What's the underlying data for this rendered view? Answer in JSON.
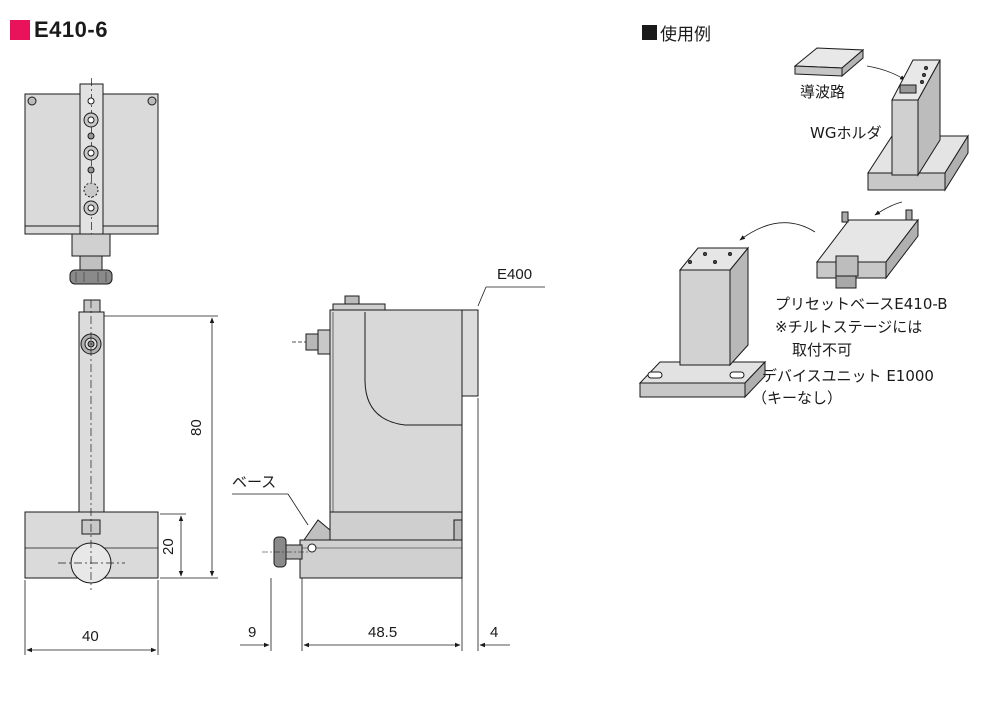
{
  "title": {
    "text": "E410-6",
    "accent_color": "#e8135a"
  },
  "usage_example": {
    "heading": "使用例"
  },
  "front_view": {
    "dim_width": "40",
    "dim_height_total": "80",
    "dim_height_base": "20"
  },
  "side_view": {
    "label_base": "ベース",
    "label_e400": "E400",
    "dim_knob": "9",
    "dim_body": "48.5",
    "dim_plate": "4"
  },
  "usage_labels": {
    "waveguide": "導波路",
    "wg_holder": "WGホルダ",
    "preset_base": "プリセットベースE410-B",
    "note_line1": "※チルトステージには",
    "note_line2": "取付不可",
    "device_unit": "デバイスユニット E1000",
    "device_unit_note": "（キーなし）"
  },
  "colors": {
    "body_fill": "#d4d4d4",
    "light_fill": "#e6e6e6",
    "line": "#1a1a1a"
  }
}
